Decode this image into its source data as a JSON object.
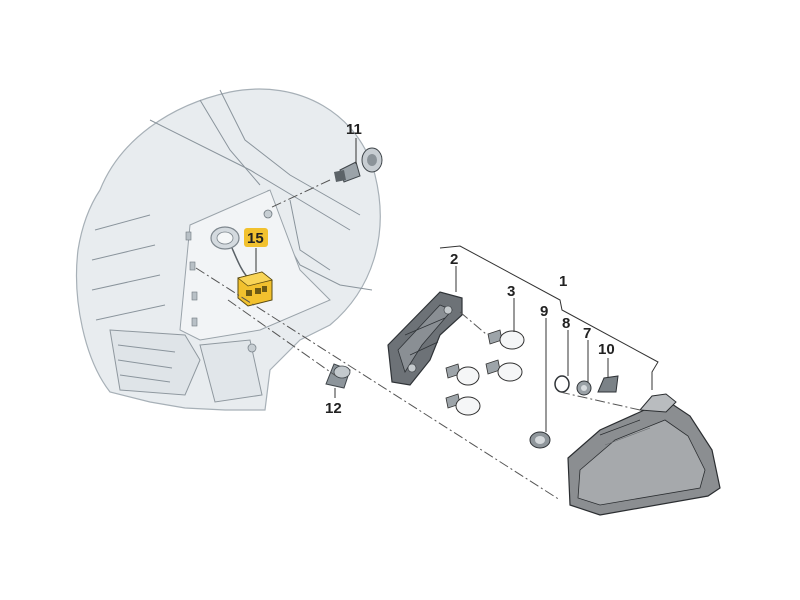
{
  "diagram": {
    "callouts": [
      {
        "id": "c1",
        "label": "1"
      },
      {
        "id": "c2",
        "label": "2"
      },
      {
        "id": "c3",
        "label": "3"
      },
      {
        "id": "c7",
        "label": "7"
      },
      {
        "id": "c8",
        "label": "8"
      },
      {
        "id": "c9",
        "label": "9"
      },
      {
        "id": "c10",
        "label": "10"
      },
      {
        "id": "c11",
        "label": "11"
      },
      {
        "id": "c12",
        "label": "12"
      },
      {
        "id": "c15",
        "label": "15"
      }
    ],
    "colors": {
      "highlight": "#f2c12e",
      "body_fill": "#e6eaed",
      "lamp_fill": "#8c8f92",
      "carrier_fill": "#6e7277"
    }
  }
}
